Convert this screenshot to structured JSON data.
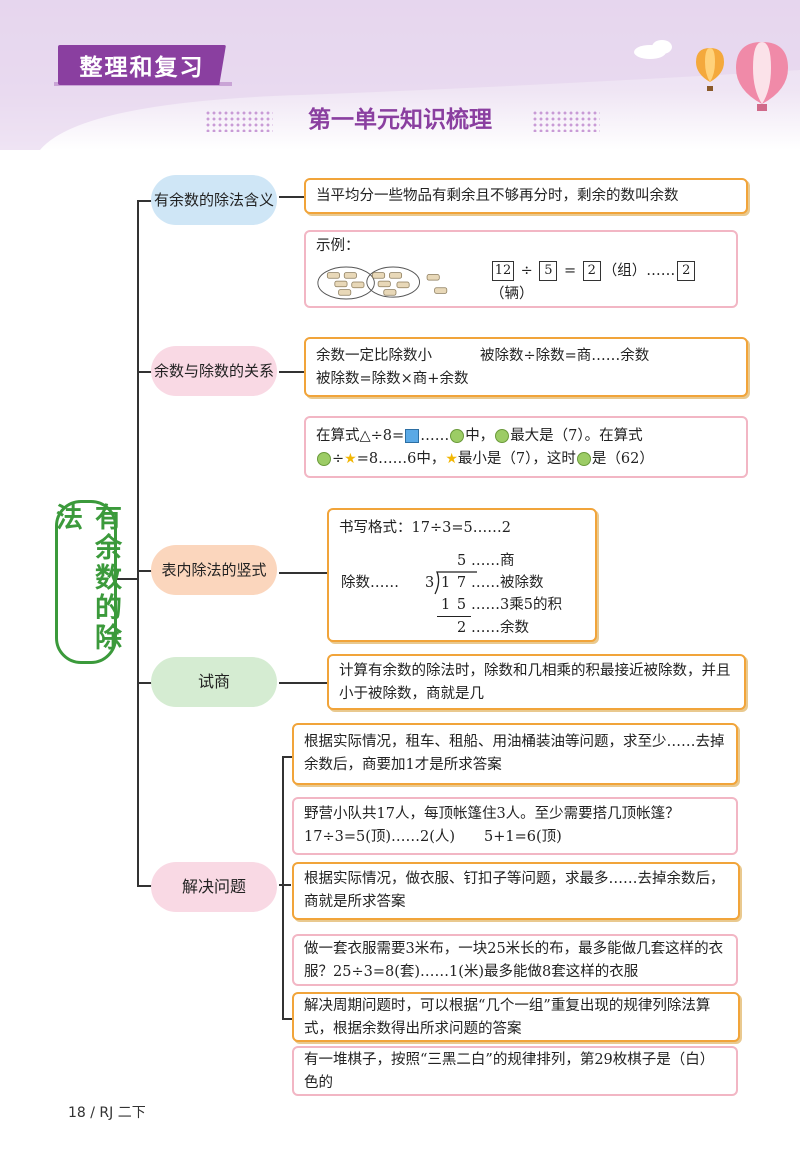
{
  "header": {
    "badge": "整理和复习",
    "title": "第一单元知识梳理"
  },
  "root_title": "有余数的除法",
  "topics": {
    "meaning": "有余数的除法含义",
    "relation": "余数与除数的关系",
    "vertical": "表内除法的竖式",
    "trial": "试商",
    "problems": "解决问题"
  },
  "meaning": {
    "definition": "当平均分一些物品有剩余且不够再分时，剩余的数叫余数",
    "example_label": "示例：",
    "eq": {
      "a": "12",
      "div": "÷",
      "b": "5",
      "eq": "=",
      "q": "2",
      "q_unit": "（组）",
      "dots": "……",
      "r": "2",
      "r_unit": "（辆）"
    }
  },
  "relation": {
    "line1a": "余数一定比除数小",
    "line1b": "被除数÷除数=商……余数",
    "line2": "被除数=除数×商+余数",
    "ex_l1_pre": "在算式△÷8=",
    "ex_l1_mid": "……",
    "ex_l1_mid2": "中，",
    "ex_l1_post": "最大是（7）。在算式",
    "ex_l2_a": "÷",
    "ex_l2_b": "=8……6中，",
    "ex_l2_c": "最小是（7），这时",
    "ex_l2_d": "是（62）"
  },
  "vertical": {
    "format": "书写格式：17÷3=5……2",
    "quotient": "5",
    "quotient_note": "……商",
    "divisor_label": "除数……",
    "divisor": "3",
    "dividend": "1 7",
    "dividend_note": "……被除数",
    "product": "1 5",
    "product_note": "……3乘5的积",
    "remainder": "2",
    "remainder_note": "……余数"
  },
  "trial": {
    "text": "计算有余数的除法时，除数和几相乘的积最接近被除数，并且小于被除数，商就是几"
  },
  "problems": {
    "rule1": "根据实际情况，租车、租船、用油桶装油等问题，求至少……去掉余数后，商要加1才是所求答案",
    "ex1_line1": "野营小队共17人，每顶帐篷住3人。至少需要搭几顶帐篷？",
    "ex1_line2": "17÷3=5(顶)……2(人)　　5+1=6(顶)",
    "rule2": "根据实际情况，做衣服、钉扣子等问题，求最多……去掉余数后，商就是所求答案",
    "ex2": "做一套衣服需要3米布，一块25米长的布，最多能做几套这样的衣服？25÷3=8(套)……1(米)最多能做8套这样的衣服",
    "rule3": "解决周期问题时，可以根据“几个一组”重复出现的规律列除法算式，根据余数得出所求问题的答案",
    "ex3": "有一堆棋子，按照“三黑二白”的规律排列，第29枚棋子是（白）色的"
  },
  "footer": "18 / RJ 二下",
  "colors": {
    "purple": "#8a3fa0",
    "orange": "#f1a43a",
    "pink": "#f2b6c4",
    "green": "#3b9a3b"
  }
}
